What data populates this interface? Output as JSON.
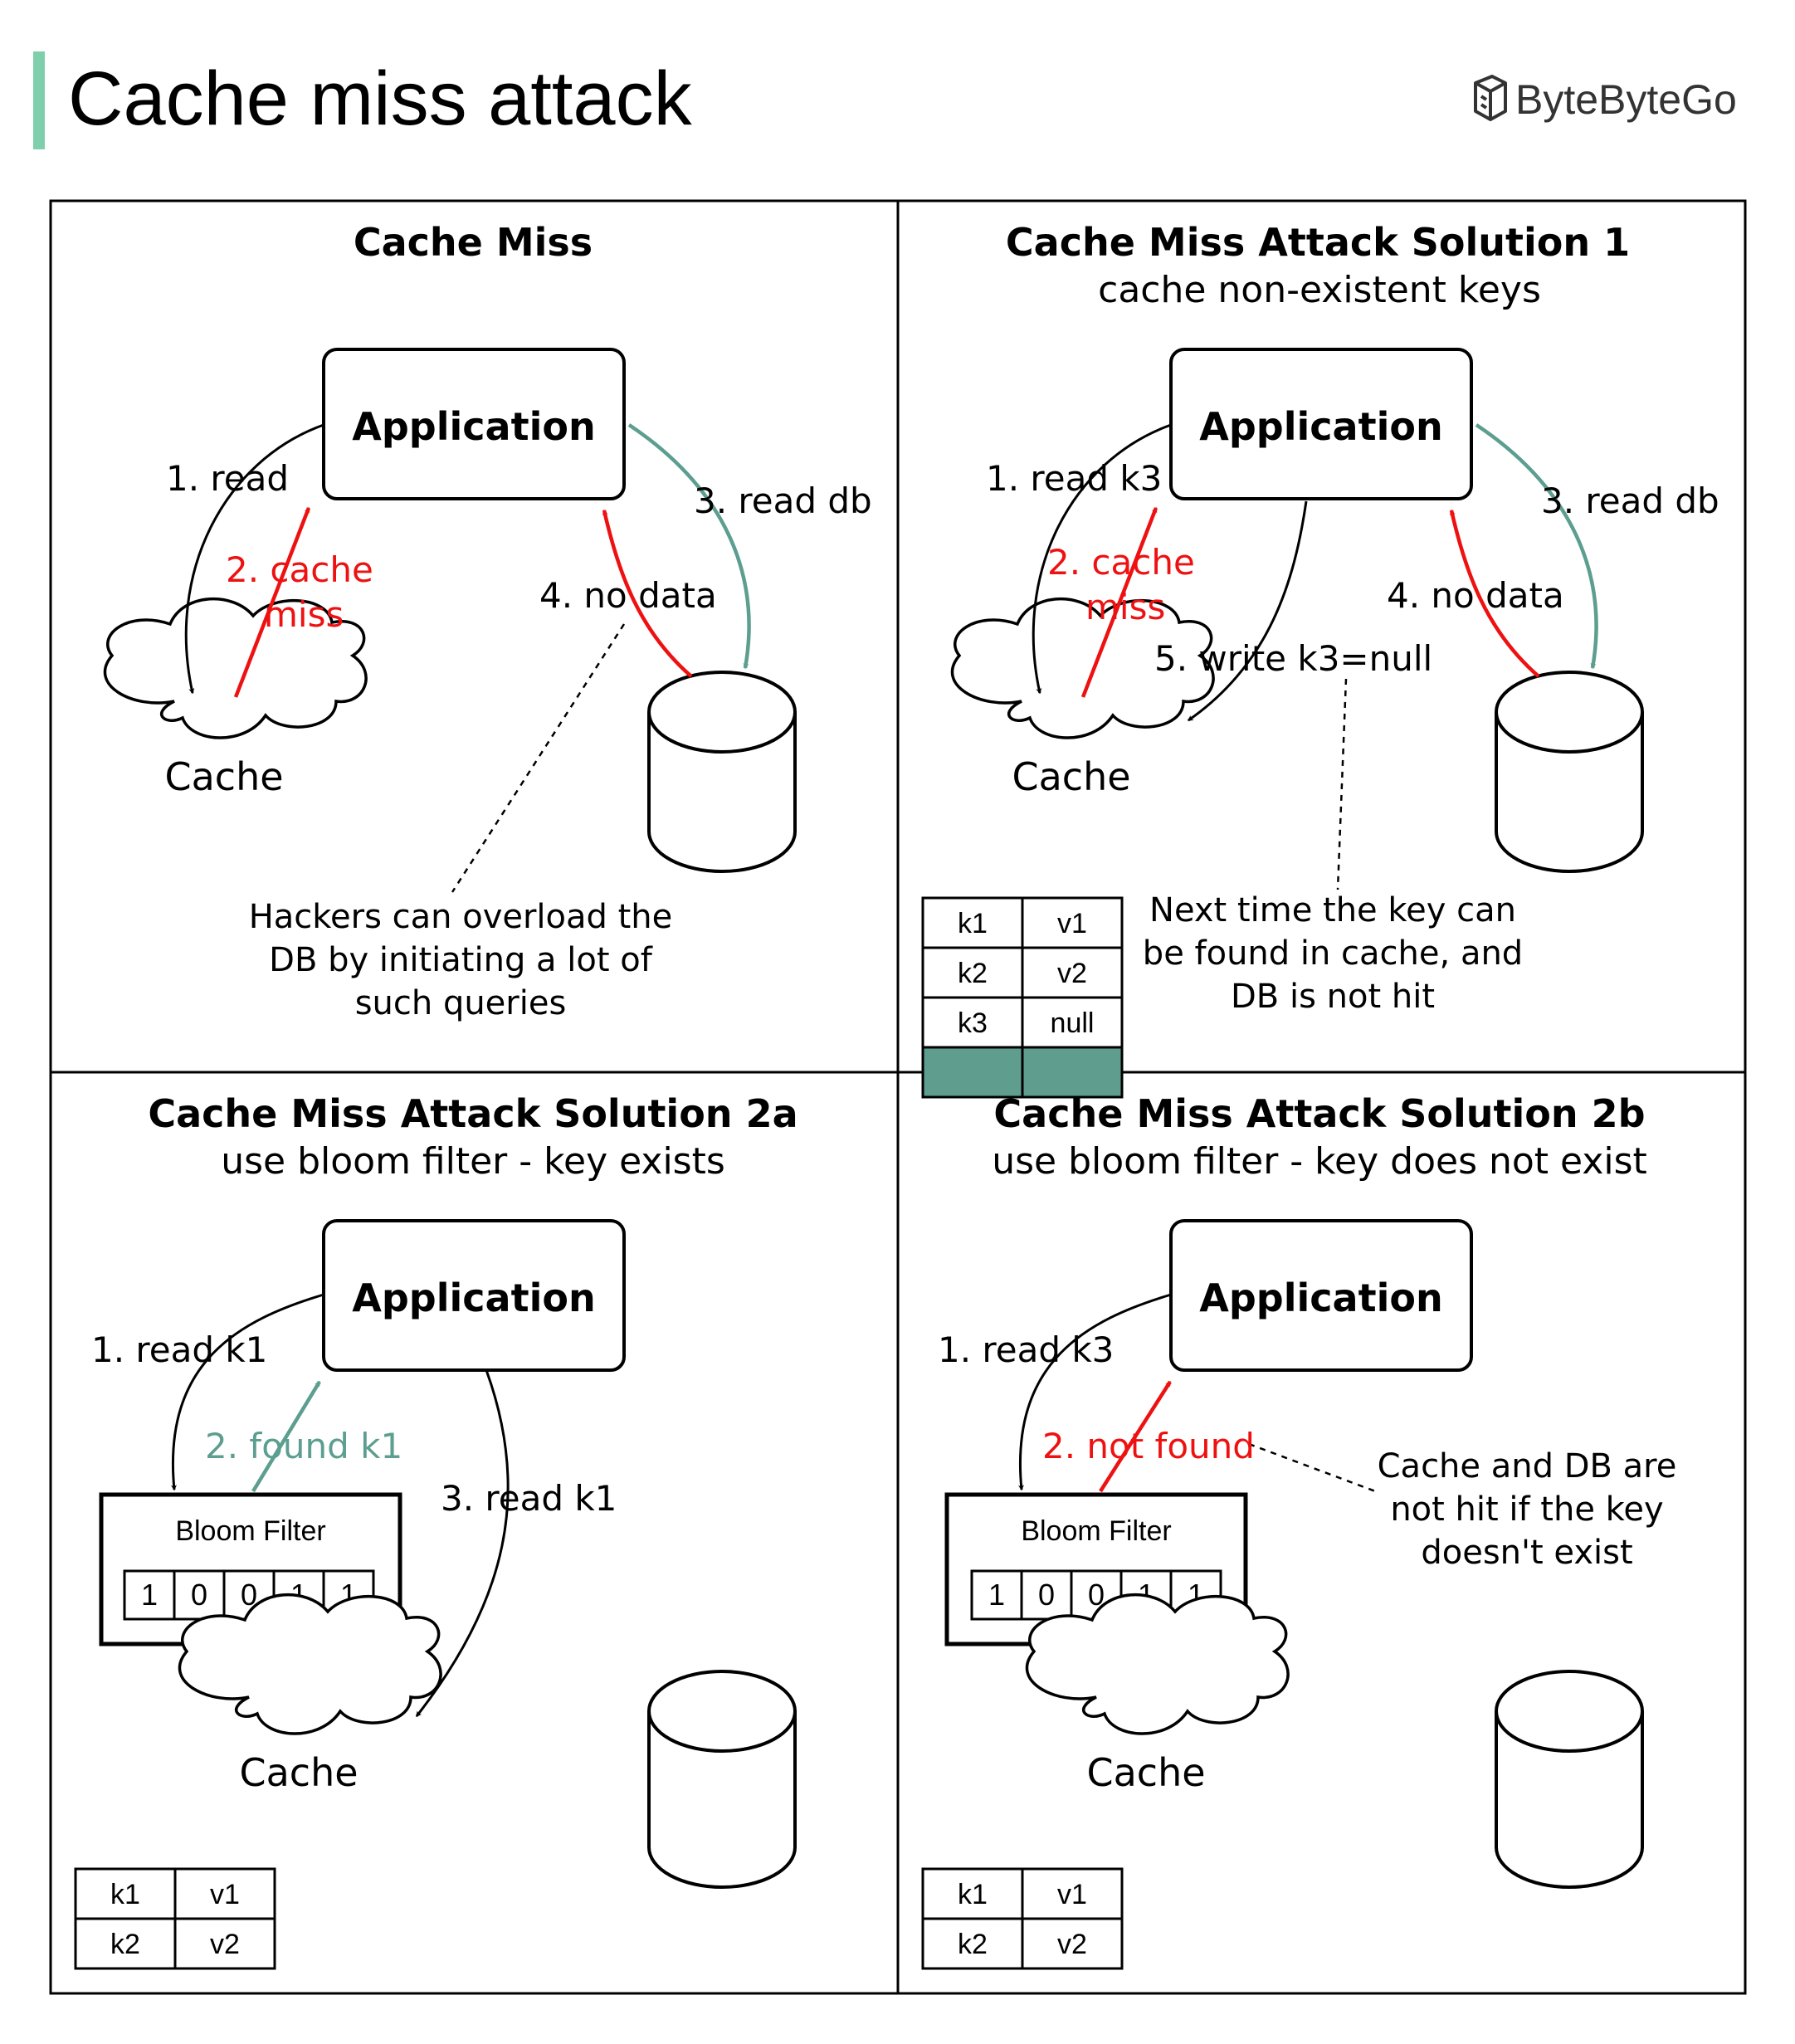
{
  "header": {
    "title": "Cache miss attack",
    "brand": "ByteByteGo",
    "accent": "#7fcfad"
  },
  "colors": {
    "red": "#ee1111",
    "teal": "#5c9e8f",
    "null_row": "#5f9e8f",
    "ink": "#000000"
  },
  "panels": [
    {
      "title": "Cache Miss",
      "app_label": "Application",
      "cache_label": "Cache",
      "step1": "1. read",
      "step2_line1": "2. cache",
      "step2_line2": "miss",
      "step3": "3. read db",
      "step4": "4. no data",
      "note": [
        "Hackers can overload the",
        "DB by initiating a lot of",
        "such queries"
      ]
    },
    {
      "title": "Cache Miss Attack Solution 1",
      "subtitle": "cache non-existent keys",
      "app_label": "Application",
      "cache_label": "Cache",
      "step1": "1. read k3",
      "step2_line1": "2. cache",
      "step2_line2": "miss",
      "step3": "3. read db",
      "step4": "4. no data",
      "step5": "5. write k3=null",
      "note": [
        "Next time the key can",
        "be found in cache, and",
        "DB is not hit"
      ],
      "table": [
        [
          "k1",
          "v1"
        ],
        [
          "k2",
          "v2"
        ],
        [
          "k3",
          "null"
        ]
      ]
    },
    {
      "title": "Cache Miss Attack Solution 2a",
      "subtitle": "use bloom filter - key exists",
      "app_label": "Application",
      "cache_label": "Cache",
      "step1": "1. read k1",
      "step2": "2. found k1",
      "step3": "3. read k1",
      "bloom_label": "Bloom Filter",
      "bits": [
        "1",
        "0",
        "0",
        "1",
        "1"
      ],
      "table": [
        [
          "k1",
          "v1"
        ],
        [
          "k2",
          "v2"
        ]
      ]
    },
    {
      "title": "Cache Miss Attack Solution 2b",
      "subtitle": "use bloom filter - key does not exist",
      "app_label": "Application",
      "cache_label": "Cache",
      "step1": "1. read k3",
      "step2": "2. not found",
      "bloom_label": "Bloom Filter",
      "bits": [
        "1",
        "0",
        "0",
        "1",
        "1"
      ],
      "note": [
        "Cache and DB are",
        "not hit if the key",
        "doesn't exist"
      ],
      "table": [
        [
          "k1",
          "v1"
        ],
        [
          "k2",
          "v2"
        ]
      ]
    }
  ]
}
